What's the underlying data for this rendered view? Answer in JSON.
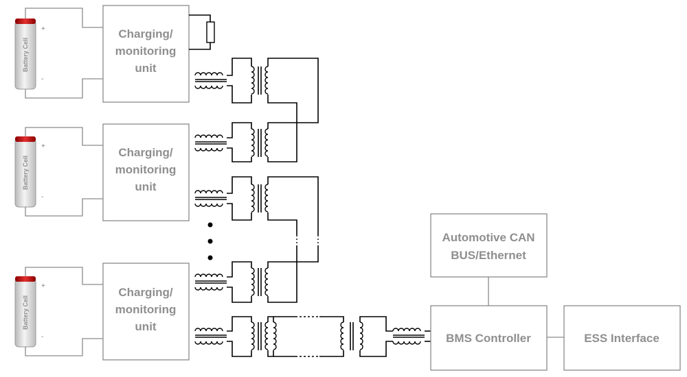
{
  "cells": [
    {
      "label": "Battery Cell",
      "plus": "+",
      "minus": "-"
    },
    {
      "label": "Battery Cell",
      "plus": "+",
      "minus": "-"
    },
    {
      "label": "Battery Cell",
      "plus": "+",
      "minus": "-"
    }
  ],
  "units": [
    {
      "line1": "Charging/",
      "line2": "monitoring",
      "line3": "unit"
    },
    {
      "line1": "Charging/",
      "line2": "monitoring",
      "line3": "unit"
    },
    {
      "line1": "Charging/",
      "line2": "monitoring",
      "line3": "unit"
    }
  ],
  "can_bus": {
    "line1": "Automotive CAN",
    "line2": "BUS/Ethernet"
  },
  "bms": {
    "label": "BMS Controller"
  },
  "ess": {
    "label": "ESS Interface"
  },
  "colors": {
    "box_stroke": "#8a8a8a",
    "box_text": "#8f8f8f",
    "wire": "#000000",
    "cell_cap": "#c00000",
    "cell_body": "#dcdcdc"
  }
}
